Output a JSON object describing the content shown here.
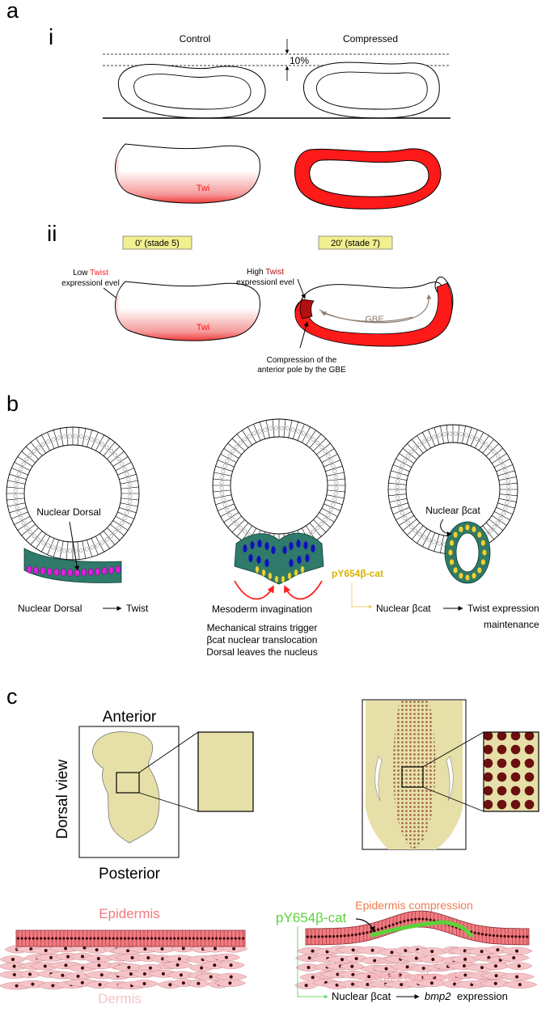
{
  "panel_a": {
    "letter": "a",
    "section_i": {
      "numeral": "i",
      "control_label": "Control",
      "compressed_label": "Compressed",
      "compression_value": "10%",
      "twi_label": "Twi"
    },
    "section_ii": {
      "numeral": "ii",
      "time_left": "0' (stade 5)",
      "time_right": "20' (stade 7)",
      "low_prefix": "Low",
      "high_prefix": "High",
      "twist_word": "Twist",
      "expression_level": "expressionl evel",
      "twi_label": "Twi",
      "gbe_label": "GBE",
      "compression_line1": "Compression of the",
      "compression_line2": "anterior pole by the GBE"
    }
  },
  "panel_b": {
    "letter": "b",
    "nuclear_dorsal_label": "Nuclear Dorsal",
    "nuclear_bcat_label": "Nuclear βcat",
    "pY_label": "pY654β-cat",
    "caption_left_from": "Nuclear Dorsal",
    "caption_left_to": "Twist",
    "caption_mid_title": "Mesoderm invagination",
    "caption_mid_line1": "Mechanical strains trigger",
    "caption_mid_line2": "βcat nuclear translocation",
    "caption_mid_line3": "Dorsal leaves the nucleus",
    "caption_right_from": "Nuclear βcat",
    "caption_right_to1": "Twist expression",
    "caption_right_to2": "maintenance"
  },
  "panel_c": {
    "letter": "c",
    "anterior": "Anterior",
    "posterior": "Posterior",
    "dorsal_view": "Dorsal view",
    "epidermis": "Epidermis",
    "dermis": "Dermis",
    "epidermis_compression": "Epidermis compression",
    "pY_label": "pY654β-cat",
    "dermis_condensate": "Dermis condensate",
    "bottom_from": "Nuclear βcat",
    "bottom_to": "bmp2",
    "bottom_to_suffix": "expression"
  },
  "colors": {
    "twist_red": "#ff1a1a",
    "dark_red": "#b01010",
    "stage_box": "#f2ef90",
    "teal_cell": "#2f7a6a",
    "magenta_nucleus": "#e020e0",
    "blue_nucleus": "#1010c0",
    "yellow": "#e8d23a",
    "py_gold": "#d6b400",
    "epidermis_pink": "#f07a80",
    "dermis_pink": "#f6c4c8",
    "beige": "#e6e0a8",
    "green": "#5cd23a",
    "maroon_dot": "#6b0f0f",
    "gbe_gray": "#8c7d6e"
  }
}
